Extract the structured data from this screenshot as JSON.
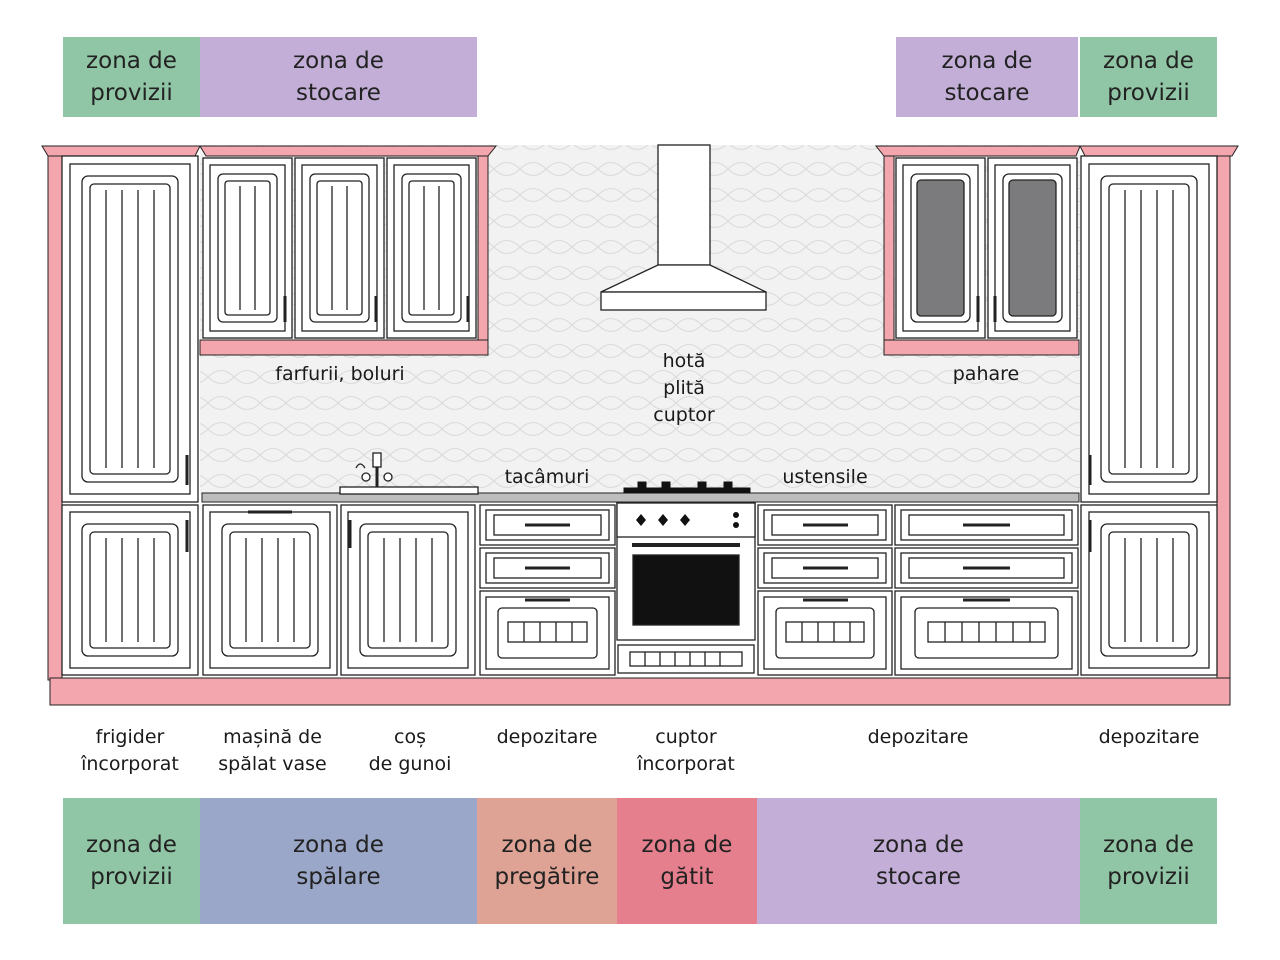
{
  "colors": {
    "provizii": "#90c6a5",
    "stocare": "#c2aed7",
    "spalare": "#9ba7c8",
    "pregatire": "#dea394",
    "gatit": "#e67f8d",
    "frame": "#f4a6ae"
  },
  "top_zones": [
    {
      "text": "zona de\nprovizii",
      "color_key": "provizii"
    },
    {
      "text": "zona de\nstocare",
      "color_key": "stocare"
    },
    {
      "text": "zona de\nstocare",
      "color_key": "stocare"
    },
    {
      "text": "zona de\nprovizii",
      "color_key": "provizii"
    }
  ],
  "bottom_zones": [
    {
      "text": "zona de\nprovizii",
      "color_key": "provizii"
    },
    {
      "text": "zona de\nspălare",
      "color_key": "spalare"
    },
    {
      "text": "zona de\npregătire",
      "color_key": "pregatire"
    },
    {
      "text": "zona de\ngătit",
      "color_key": "gatit"
    },
    {
      "text": "zona de\nstocare",
      "color_key": "stocare"
    },
    {
      "text": "zona de\nprovizii",
      "color_key": "provizii"
    }
  ],
  "upper_labels": {
    "plates": "farfurii, boluri",
    "hood_stack": "hotă\nplită\ncuptor",
    "glasses": "pahare",
    "cutlery": "tacâmuri",
    "utensils": "ustensile"
  },
  "appliance_labels": [
    "frigider\nîncorporat",
    "mașină de\nspălat vase",
    "coș\nde gunoi",
    "depozitare",
    "cuptor\nîncorporat",
    "depozitare",
    "depozitare"
  ]
}
